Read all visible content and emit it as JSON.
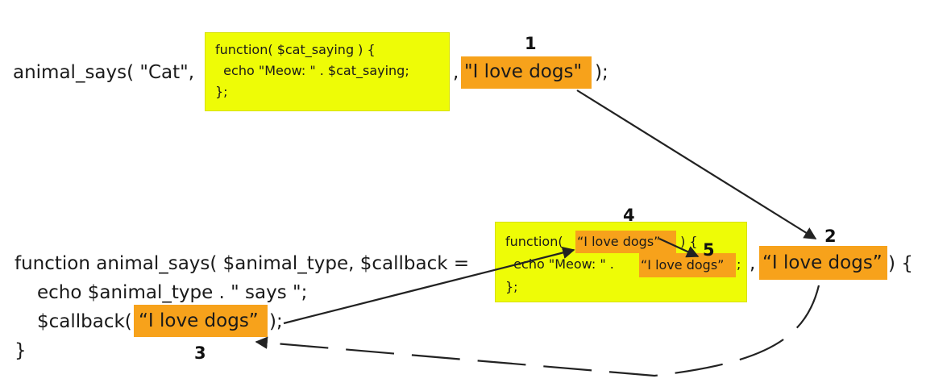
{
  "top": {
    "prefix": "animal_says( \"Cat\",",
    "callback_block": {
      "line1": "function( $cat_saying ) {",
      "line2": "  echo \"Meow: \" . $cat_saying;",
      "line3": "};"
    },
    "comma": ",",
    "arg_highlight": "\"I love dogs\"",
    "suffix": ");"
  },
  "bottom": {
    "line1_prefix": "function animal_says( $animal_type, $callback =",
    "callback_block": {
      "line1_pre": "function(",
      "line1_hl": "“I love dogs”",
      "line1_post": " ) {",
      "line2_pre": "  echo \"Meow: \" .",
      "line2_hl": "“I love dogs”",
      "line2_post": ";",
      "line3": "};"
    },
    "comma": ",",
    "param_highlight": "“I love dogs”",
    "line1_suffix": ") {",
    "line2": "echo $animal_type . \" says \";",
    "line3_pre": "$callback(",
    "line3_hl": "“I love dogs”",
    "line3_post": ");",
    "line4": "}"
  },
  "step_numbers": [
    "1",
    "2",
    "3",
    "4",
    "5"
  ],
  "colors": {
    "yellow_box": "#eefc06",
    "orange_highlight": "#f7a21b",
    "arrow": "#222222"
  }
}
